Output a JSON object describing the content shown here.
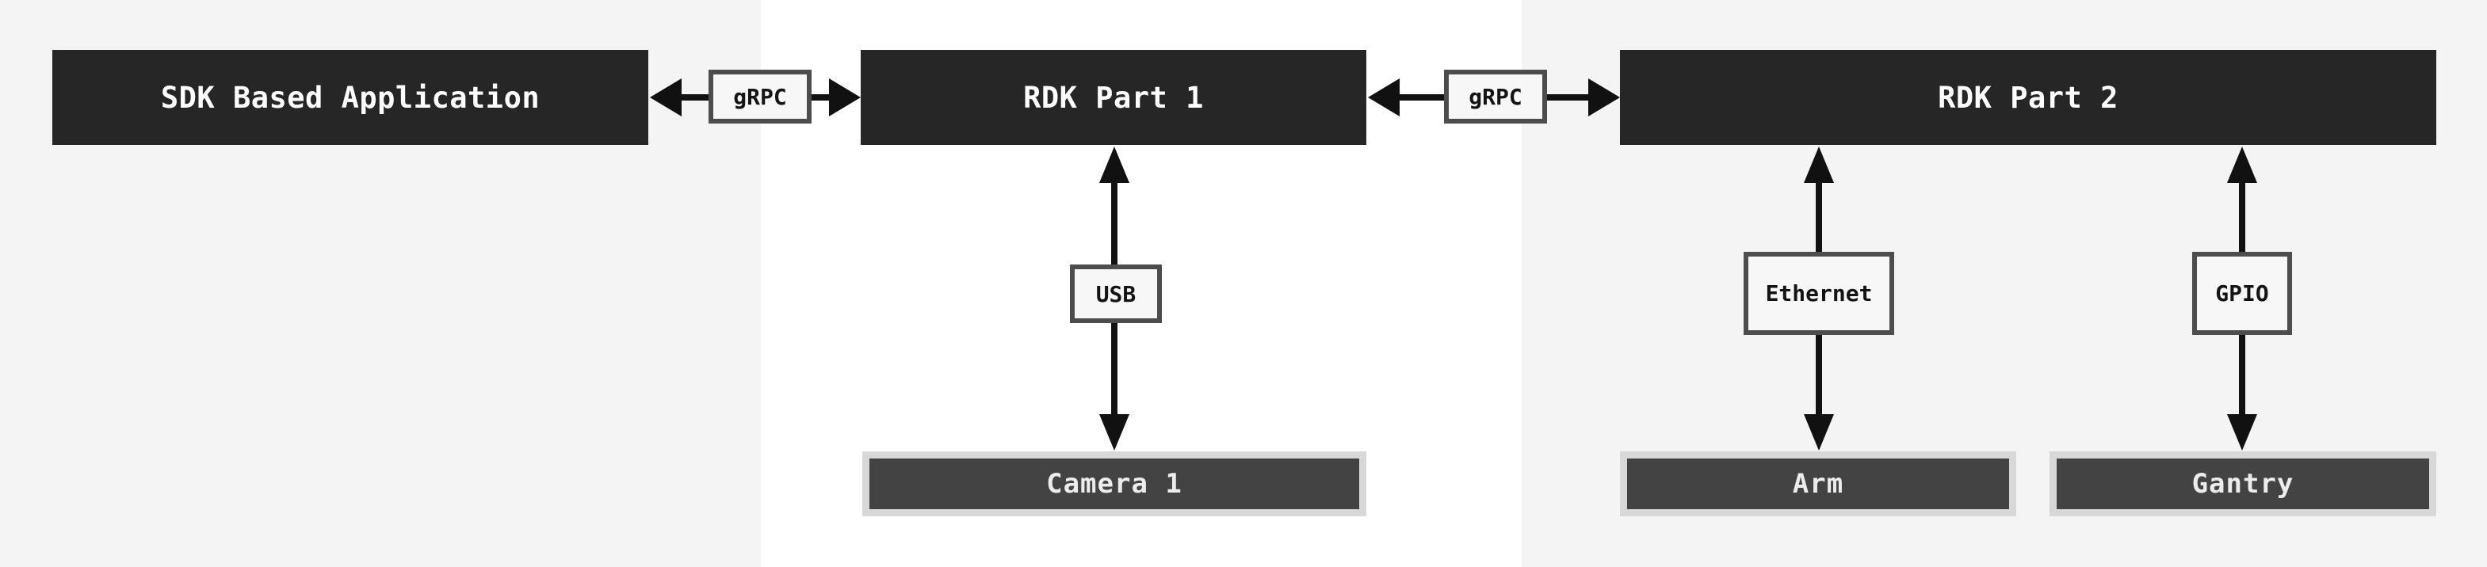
{
  "diagram": {
    "nodes": {
      "sdk_app": {
        "label": "SDK Based Application"
      },
      "rdk_part_1": {
        "label": "RDK Part 1"
      },
      "rdk_part_2": {
        "label": "RDK Part 2"
      },
      "camera_1": {
        "label": "Camera 1"
      },
      "arm": {
        "label": "Arm"
      },
      "gantry": {
        "label": "Gantry"
      }
    },
    "connection_labels": {
      "grpc_1": {
        "label": "gRPC"
      },
      "grpc_2": {
        "label": "gRPC"
      },
      "usb": {
        "label": "USB"
      },
      "ethernet": {
        "label": "Ethernet"
      },
      "gpio": {
        "label": "GPIO"
      }
    },
    "colors": {
      "background_light": "#f4f4f4",
      "background_white": "#ffffff",
      "primary_node_fill": "#262626",
      "primary_node_text": "#ffffff",
      "device_node_fill": "#434343",
      "device_node_border": "#d8d8d8",
      "device_node_text": "#ececec",
      "label_box_fill": "#f7f7f7",
      "label_box_border": "#4d4d4d",
      "label_box_text": "#141414",
      "arrow": "#111111"
    }
  }
}
